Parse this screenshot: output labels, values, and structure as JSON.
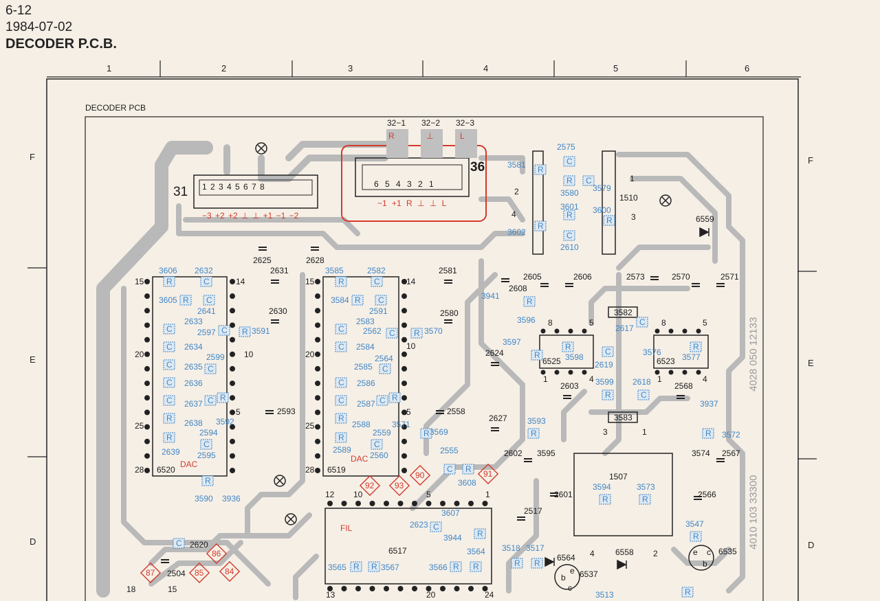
{
  "header": {
    "page": "6-12",
    "date": "1984-07-02",
    "title": "DECODER P.C.B."
  },
  "pcb_title": "DECODER PCB",
  "columns": [
    "1",
    "2",
    "3",
    "4",
    "5",
    "6"
  ],
  "rows": [
    "F",
    "E",
    "D"
  ],
  "connectors": {
    "c31": {
      "ref": "31",
      "pins": "1 2 3 4 5 6 7 8",
      "signals": "−3 +2 +2 ⊥ ⊥ +1 −1 −2"
    },
    "c36": {
      "ref": "36",
      "pins": "6 5 4 3 2 1",
      "signals": "−1 +1 R ⊥ ⊥ L"
    },
    "c32": [
      {
        "ref": "32−1",
        "sig": "R"
      },
      {
        "ref": "32−2",
        "sig": "⊥"
      },
      {
        "ref": "32−3",
        "sig": "L"
      }
    ]
  },
  "blue_labels": [
    "3606",
    "2632",
    "3605",
    "2641",
    "2633",
    "2597",
    "3591",
    "2634",
    "2599",
    "2635",
    "2636",
    "2637",
    "2638",
    "2594",
    "3592",
    "2639",
    "2595",
    "3590",
    "3936",
    "3585",
    "2582",
    "3584",
    "2591",
    "2583",
    "2562",
    "3570",
    "2584",
    "2564",
    "2585",
    "2586",
    "2587",
    "2588",
    "2559",
    "3571",
    "3569",
    "2589",
    "2560",
    "2555",
    "3608",
    "3607",
    "2623",
    "3944",
    "3564",
    "3565",
    "3567",
    "3566",
    "2575",
    "3581",
    "3580",
    "3579",
    "3601",
    "3600",
    "3602",
    "2610",
    "3941",
    "3596",
    "3597",
    "3598",
    "2617",
    "3576",
    "3577",
    "2619",
    "3599",
    "2618",
    "3593",
    "3937",
    "3572",
    "3594",
    "3573",
    "3547",
    "3518",
    "3517",
    "3513"
  ],
  "black_labels": [
    "2625",
    "2628",
    "2631",
    "2630",
    "2593",
    "2581",
    "2580",
    "2558",
    "2624",
    "2627",
    "2608",
    "2605",
    "2606",
    "2573",
    "2570",
    "2571",
    "3582",
    "3583",
    "2603",
    "2568",
    "6525",
    "6523",
    "2602",
    "3595",
    "3574",
    "2567",
    "1507",
    "2601",
    "2566",
    "2517",
    "6564",
    "6537",
    "6558",
    "6535",
    "6559",
    "1510",
    "2620",
    "2504",
    "6520",
    "6519",
    "6517",
    "15",
    "14",
    "20",
    "10",
    "25",
    "5",
    "28",
    "15",
    "14",
    "20",
    "10",
    "25",
    "5",
    "28",
    "12",
    "10",
    "5",
    "1",
    "13",
    "20",
    "24",
    "8",
    "5",
    "1",
    "4",
    "8",
    "5",
    "1",
    "4",
    "3",
    "1",
    "4",
    "2",
    "2",
    "1",
    "4",
    "3",
    "e",
    "b",
    "c",
    "e",
    "b",
    "c",
    "18",
    "15"
  ],
  "red_labels": [
    "DAC",
    "DAC",
    "FIL",
    "92",
    "93",
    "90",
    "91",
    "87",
    "85",
    "86",
    "84"
  ],
  "side_text": [
    "4028 050 12133",
    "4010 103 33300"
  ],
  "colors": {
    "highlight": "#d23a2c",
    "component": "#3f86c6",
    "trace": "#b9b9b9"
  }
}
